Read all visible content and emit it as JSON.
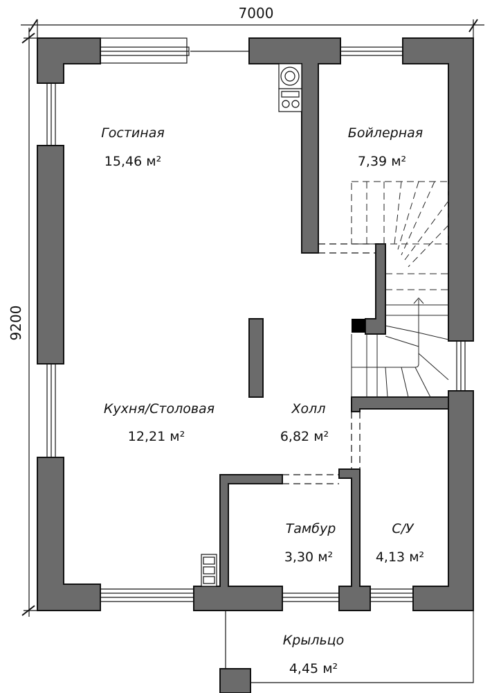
{
  "dimensions": {
    "width": "7000",
    "height": "9200"
  },
  "rooms": [
    {
      "id": "living",
      "name": "Гостиная",
      "area": "15,46 м²"
    },
    {
      "id": "boiler",
      "name": "Бойлерная",
      "area": "7,39 м²"
    },
    {
      "id": "kitchen",
      "name": "Кухня/Столовая",
      "area": "12,21 м²"
    },
    {
      "id": "hall",
      "name": "Холл",
      "area": "6,82 м²"
    },
    {
      "id": "vestibule",
      "name": "Тамбур",
      "area": "3,30 м²"
    },
    {
      "id": "bathroom",
      "name": "С/У",
      "area": "4,13 м²"
    },
    {
      "id": "porch",
      "name": "Крыльцо",
      "area": "4,45 м²"
    }
  ],
  "colors": {
    "wall": "#6b6b6b",
    "line": "#111111",
    "background": "#ffffff"
  },
  "icons": [
    "boiler-icon",
    "stove-icon",
    "stair-arrow-icon"
  ]
}
